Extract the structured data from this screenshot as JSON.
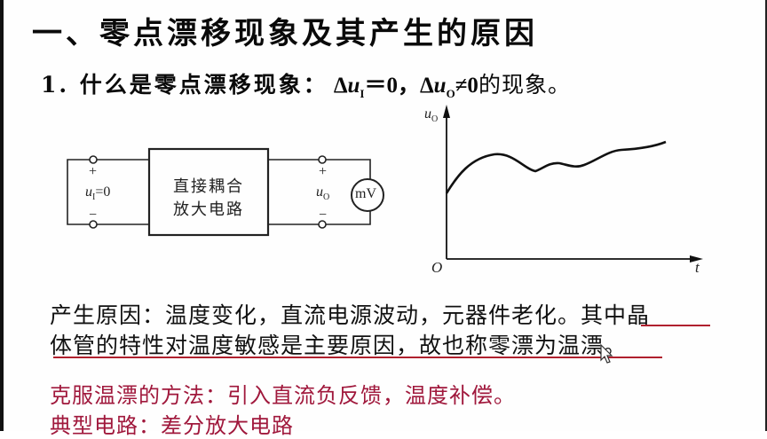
{
  "slide": {
    "title": "一、零点漂移现象及其产生的原因",
    "subtitle": {
      "prefix": "1. 什么是零点漂移现象：",
      "delta1": "Δ",
      "var1": "u",
      "sub1": "I",
      "eq1": "＝0，",
      "delta2": "Δ",
      "var2": "u",
      "sub2": "O",
      "eq2": "≠0",
      "suffix": "的现象。"
    },
    "circuit": {
      "box_line1": "直接耦合",
      "box_line2": "放大电路",
      "input_plus": "+",
      "input_minus": "−",
      "input_var": "u",
      "input_sub": "I",
      "input_eq": "=0",
      "output_plus": "+",
      "output_minus": "−",
      "output_var": "u",
      "output_sub": "O",
      "meter_label": "mV"
    },
    "graph": {
      "y_axis_var": "u",
      "y_axis_sub": "O",
      "x_axis_label": "t",
      "origin_label": "O"
    },
    "causes_line1": "产生原因：温度变化，直流电源波动，元器件老化。其中晶",
    "causes_line2": "体管的特性对温度敏感是主要原因，故也称零漂为温漂。",
    "remedy_line": "克服温漂的方法：引入直流负反馈，温度补偿。",
    "typical_line": "典型电路：差分放大电路"
  },
  "colors": {
    "text": "#111111",
    "accent_red": "#a0183c",
    "underline_red": "#b0202e"
  },
  "chart_data": {
    "type": "line",
    "title": "",
    "xlabel": "t",
    "ylabel": "uO",
    "x": [
      0,
      0.2,
      0.35,
      0.45,
      0.55,
      0.65,
      0.8,
      0.9,
      1.0
    ],
    "values": [
      0.42,
      0.78,
      0.67,
      0.72,
      0.7,
      0.76,
      0.8,
      0.81,
      0.86
    ],
    "description": "Output voltage drifts over time even with zero input (zero-point drift)",
    "grid": false
  }
}
